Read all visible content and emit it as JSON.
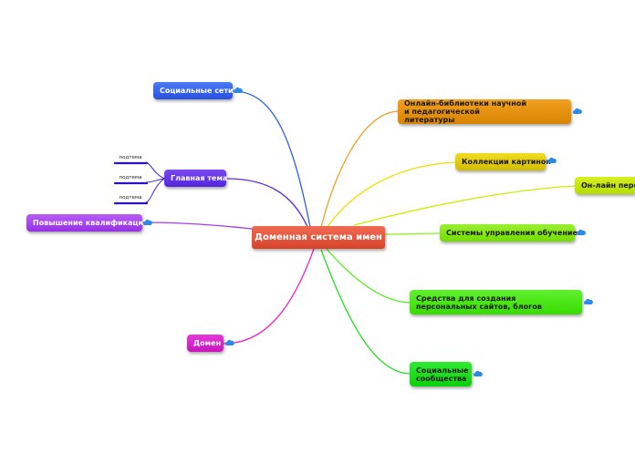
{
  "central": {
    "label": "Доменная система имен",
    "color": "#e0493a"
  },
  "branches_left": [
    {
      "key": "social-networks",
      "label": "Социальные сети",
      "color": "#2f5de8"
    },
    {
      "key": "main-topic",
      "label": "Главная тема",
      "color": "#5b2fe0",
      "subtopics": [
        "подтема",
        "подтема",
        "подтема"
      ]
    },
    {
      "key": "qualification",
      "label": "Повышение квалификации",
      "color": "#a43cf0"
    },
    {
      "key": "domain",
      "label": "Домен",
      "color": "#d418c8"
    }
  ],
  "branches_right": [
    {
      "key": "online-libraries",
      "label": "Онлайн-библиотеки научной и педагогической литературы",
      "color": "#e08a00"
    },
    {
      "key": "image-collections",
      "label": "Коллекции картинок",
      "color": "#d8c400"
    },
    {
      "key": "online-translation",
      "label": "Он-лайн перев",
      "color": "#b8e000"
    },
    {
      "key": "lms",
      "label": "Системы управления обучением",
      "color": "#7ce000"
    },
    {
      "key": "personal-sites",
      "label": "Средства для создания персональных сайтов, блогов",
      "color": "#3ee000"
    },
    {
      "key": "communities",
      "label": "Социальные сообщества",
      "color": "#10d010"
    }
  ],
  "icons": {
    "link_marker": "cloud-link-icon"
  }
}
